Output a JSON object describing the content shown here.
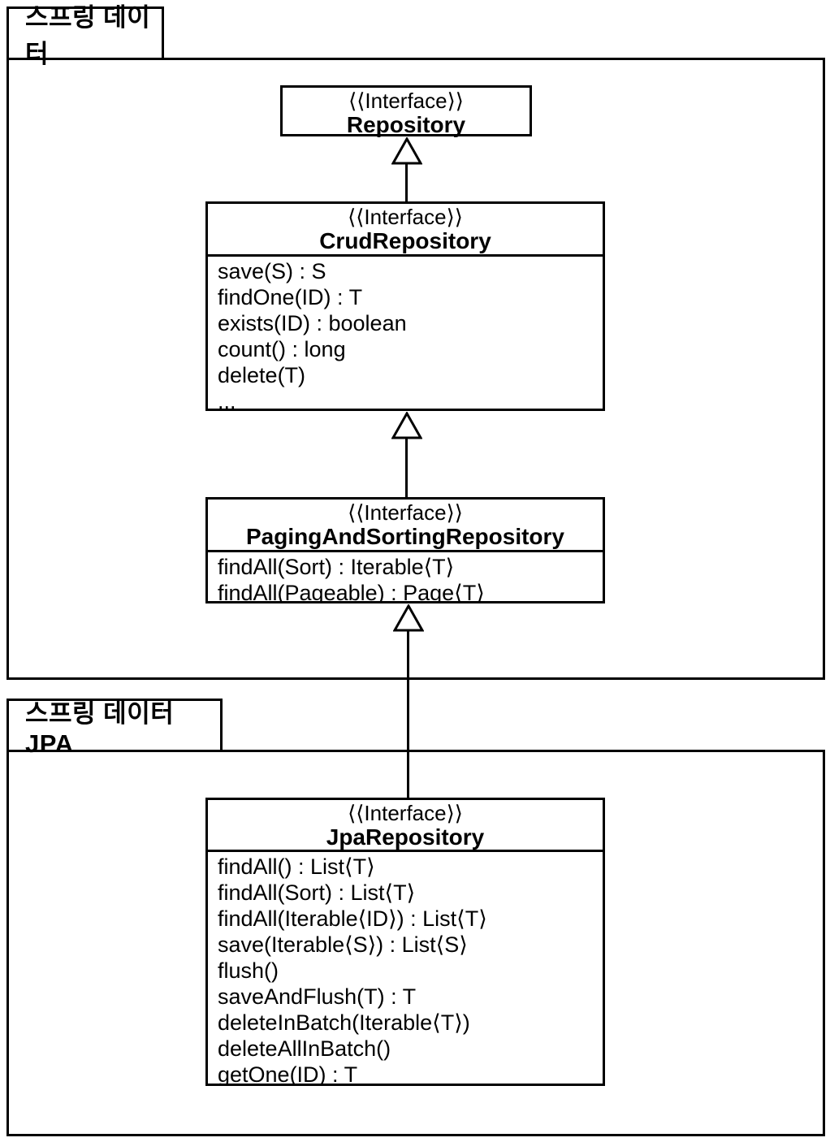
{
  "packages": [
    {
      "label": "스프링 데이터"
    },
    {
      "label": "스프링 데이터 JPA"
    }
  ],
  "classes": {
    "repository": {
      "stereotype": "⟨⟨Interface⟩⟩",
      "name": "Repository",
      "methods": []
    },
    "crud": {
      "stereotype": "⟨⟨Interface⟩⟩",
      "name": "CrudRepository",
      "methods": [
        "save(S) : S",
        "findOne(ID) : T",
        "exists(ID) : boolean",
        "count() : long",
        "delete(T)",
        "..."
      ]
    },
    "paging": {
      "stereotype": "⟨⟨Interface⟩⟩",
      "name": "PagingAndSortingRepository",
      "methods": [
        "findAll(Sort) : Iterable⟨T⟩",
        "findAll(Pageable) : Page⟨T⟩"
      ]
    },
    "jpa": {
      "stereotype": "⟨⟨Interface⟩⟩",
      "name": "JpaRepository",
      "methods": [
        "findAll() : List⟨T⟩",
        "findAll(Sort) : List⟨T⟩",
        "findAll(Iterable⟨ID⟩) : List⟨T⟩",
        "save(Iterable⟨S⟩) : List⟨S⟩",
        "flush()",
        "saveAndFlush(T) : T",
        "deleteInBatch(Iterable⟨T⟩)",
        "deleteAllInBatch()",
        "getOne(ID) : T"
      ]
    }
  },
  "colors": {
    "line": "#000000",
    "background": "#ffffff"
  }
}
